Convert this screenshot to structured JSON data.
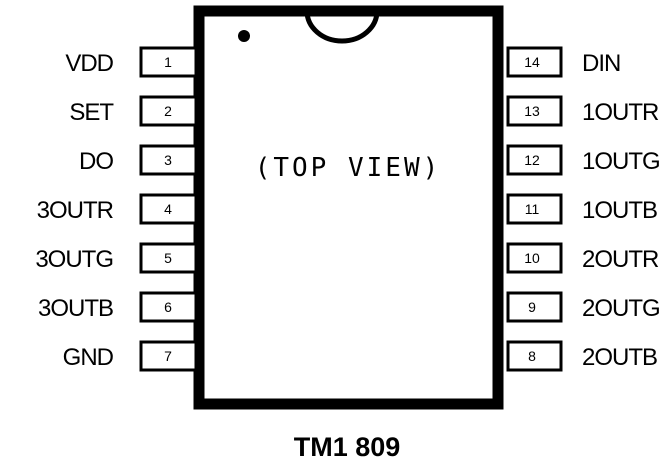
{
  "chip": {
    "view_label": "(TOP VIEW)",
    "part_number": "TM1 809"
  },
  "left_pins": [
    {
      "number": "1",
      "label": "VDD"
    },
    {
      "number": "2",
      "label": "SET"
    },
    {
      "number": "3",
      "label": "DO"
    },
    {
      "number": "4",
      "label": "3OUTR"
    },
    {
      "number": "5",
      "label": "3OUTG"
    },
    {
      "number": "6",
      "label": "3OUTB"
    },
    {
      "number": "7",
      "label": "GND"
    }
  ],
  "right_pins": [
    {
      "number": "14",
      "label": "DIN"
    },
    {
      "number": "13",
      "label": "1OUTR"
    },
    {
      "number": "12",
      "label": "1OUTG"
    },
    {
      "number": "11",
      "label": "1OUTB"
    },
    {
      "number": "10",
      "label": "2OUTR"
    },
    {
      "number": "9",
      "label": "2OUTG"
    },
    {
      "number": "8",
      "label": "2OUTB"
    }
  ]
}
